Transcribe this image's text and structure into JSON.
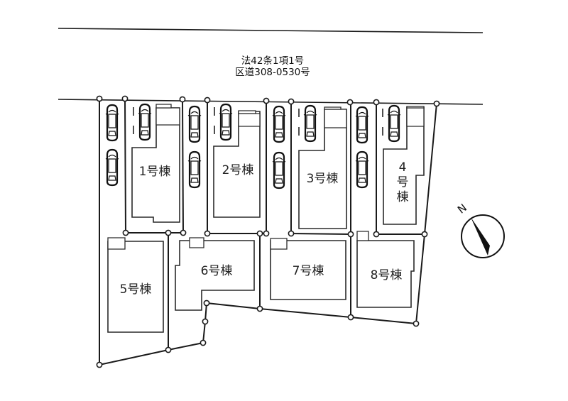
{
  "road": {
    "line1": "法42条1項1号",
    "line2": "区道308-0530号"
  },
  "buildings": [
    {
      "id": "1",
      "label": "1号棟",
      "parking_spaces": 1
    },
    {
      "id": "2",
      "label": "2号棟",
      "parking_spaces": 1
    },
    {
      "id": "3",
      "label": "3号棟",
      "parking_spaces": 1
    },
    {
      "id": "4",
      "label_lines": [
        "4",
        "号",
        "棟"
      ],
      "label": "4号棟",
      "parking_spaces": 1
    },
    {
      "id": "5",
      "label": "5号棟"
    },
    {
      "id": "6",
      "label": "6号棟"
    },
    {
      "id": "7",
      "label": "7号棟"
    },
    {
      "id": "8",
      "label": "8号棟"
    }
  ],
  "shared_parking_columns": 4,
  "cars_per_shared_column": 2,
  "compass": {
    "north_label": "N",
    "icon": "north-arrow-icon"
  }
}
